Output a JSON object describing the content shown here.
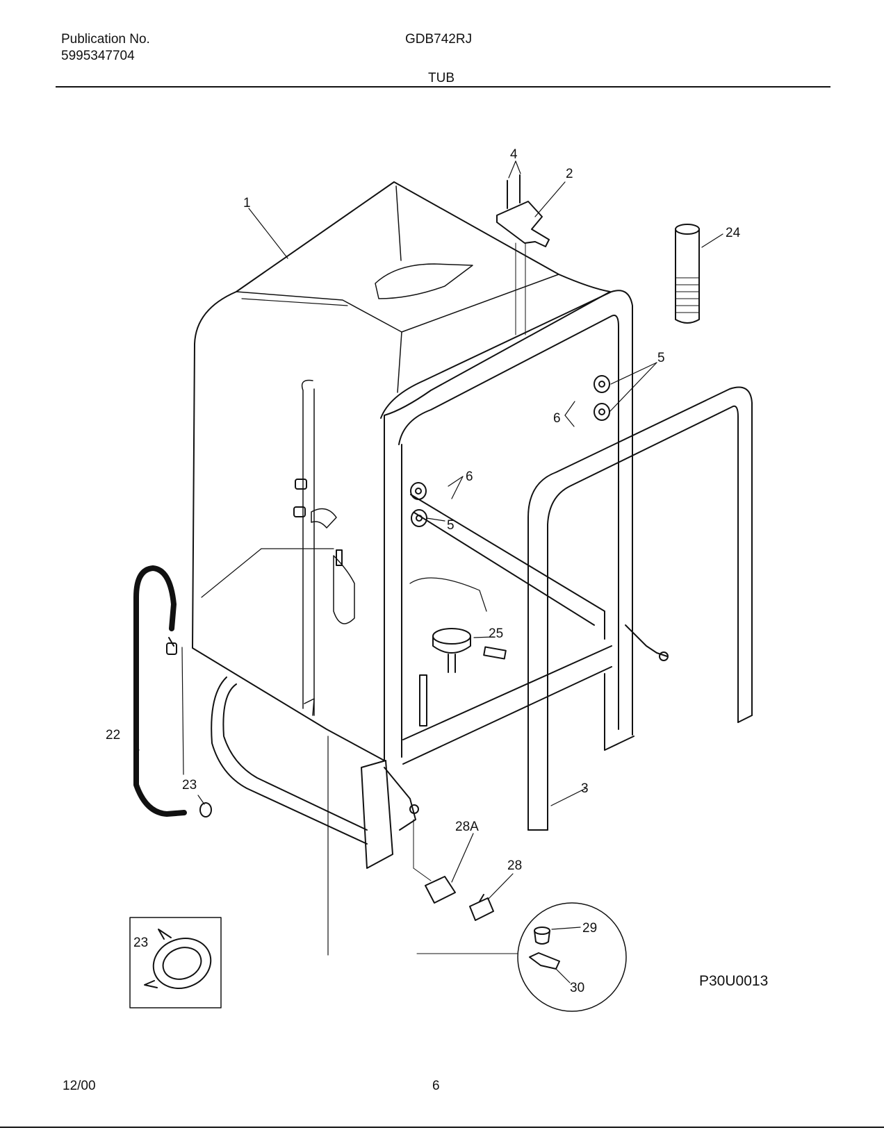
{
  "header": {
    "publication_label": "Publication No.",
    "publication_number": "5995347704",
    "model": "GDB742RJ",
    "section_title": "TUB"
  },
  "footer": {
    "date": "12/00",
    "page": "6"
  },
  "figure_code": "P30U0013",
  "callouts": {
    "c1": "1",
    "c2": "2",
    "c3": "3",
    "c4": "4",
    "c5a": "5",
    "c5b": "5",
    "c6a": "6",
    "c6b": "6",
    "c22": "22",
    "c23a": "23",
    "c23b": "23",
    "c24": "24",
    "c25": "25",
    "c28": "28",
    "c28a": "28A",
    "c29": "29",
    "c30": "30"
  }
}
